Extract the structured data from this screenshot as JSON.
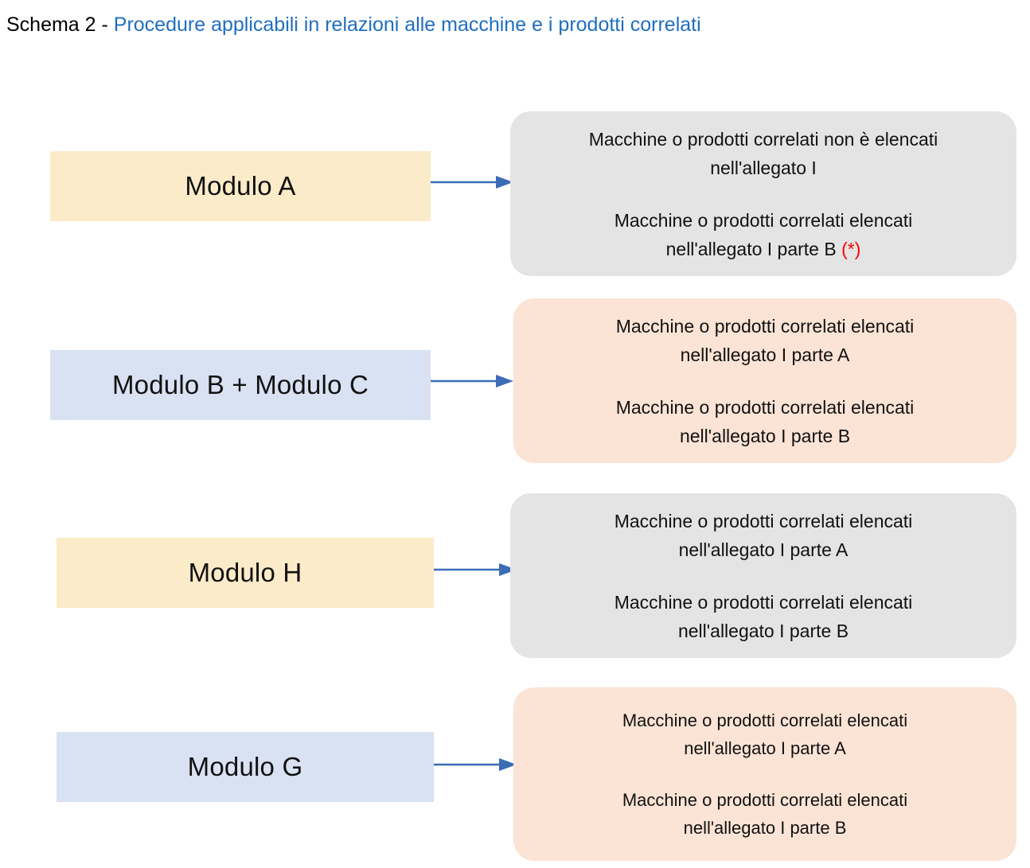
{
  "title": {
    "prefix": "Schema 2",
    "separator": " - ",
    "accent": "Procedure applicabili in relazioni alle macchine e i prodotti correlati"
  },
  "colors": {
    "title_accent": "#1F6FC0",
    "module_yellow": "#FCEBC8",
    "module_blue": "#D9E2F3",
    "desc_gray": "#E4E4E4",
    "desc_peach": "#FBE4D5",
    "arrow_blue": "#3B6CB5",
    "asterisk_red": "#FF0000"
  },
  "rows": [
    {
      "module": "Modulo A",
      "module_fill": "yellow",
      "desc_fill": "gray",
      "arrow": "arrow-right-icon",
      "descriptions": [
        {
          "line1": "Macchine o prodotti correlati non è elencati",
          "line2": "nell'allegato I",
          "marker": ""
        },
        {
          "line1": "Macchine o prodotti correlati elencati",
          "line2": "nell'allegato I parte B ",
          "marker": "(*)"
        }
      ]
    },
    {
      "module": "Modulo B + Modulo C",
      "module_fill": "blue",
      "desc_fill": "peach",
      "arrow": "arrow-right-icon",
      "descriptions": [
        {
          "line1": "Macchine o prodotti correlati elencati",
          "line2": "nell'allegato I parte A",
          "marker": ""
        },
        {
          "line1": "Macchine o prodotti correlati elencati",
          "line2": "nell'allegato I parte B",
          "marker": ""
        }
      ]
    },
    {
      "module": "Modulo H",
      "module_fill": "yellow",
      "desc_fill": "gray",
      "arrow": "arrow-right-icon",
      "descriptions": [
        {
          "line1": "Macchine o prodotti correlati elencati",
          "line2": "nell'allegato I parte A",
          "marker": ""
        },
        {
          "line1": "Macchine o prodotti correlati elencati",
          "line2": "nell'allegato I parte B",
          "marker": ""
        }
      ]
    },
    {
      "module": "Modulo G",
      "module_fill": "blue",
      "desc_fill": "peach",
      "arrow": "arrow-right-icon",
      "descriptions": [
        {
          "line1": "Macchine o prodotti correlati elencati",
          "line2": "nell'allegato I parte A",
          "marker": ""
        },
        {
          "line1": "Macchine o prodotti correlati elencati",
          "line2": "nell'allegato I parte B",
          "marker": ""
        }
      ]
    }
  ]
}
